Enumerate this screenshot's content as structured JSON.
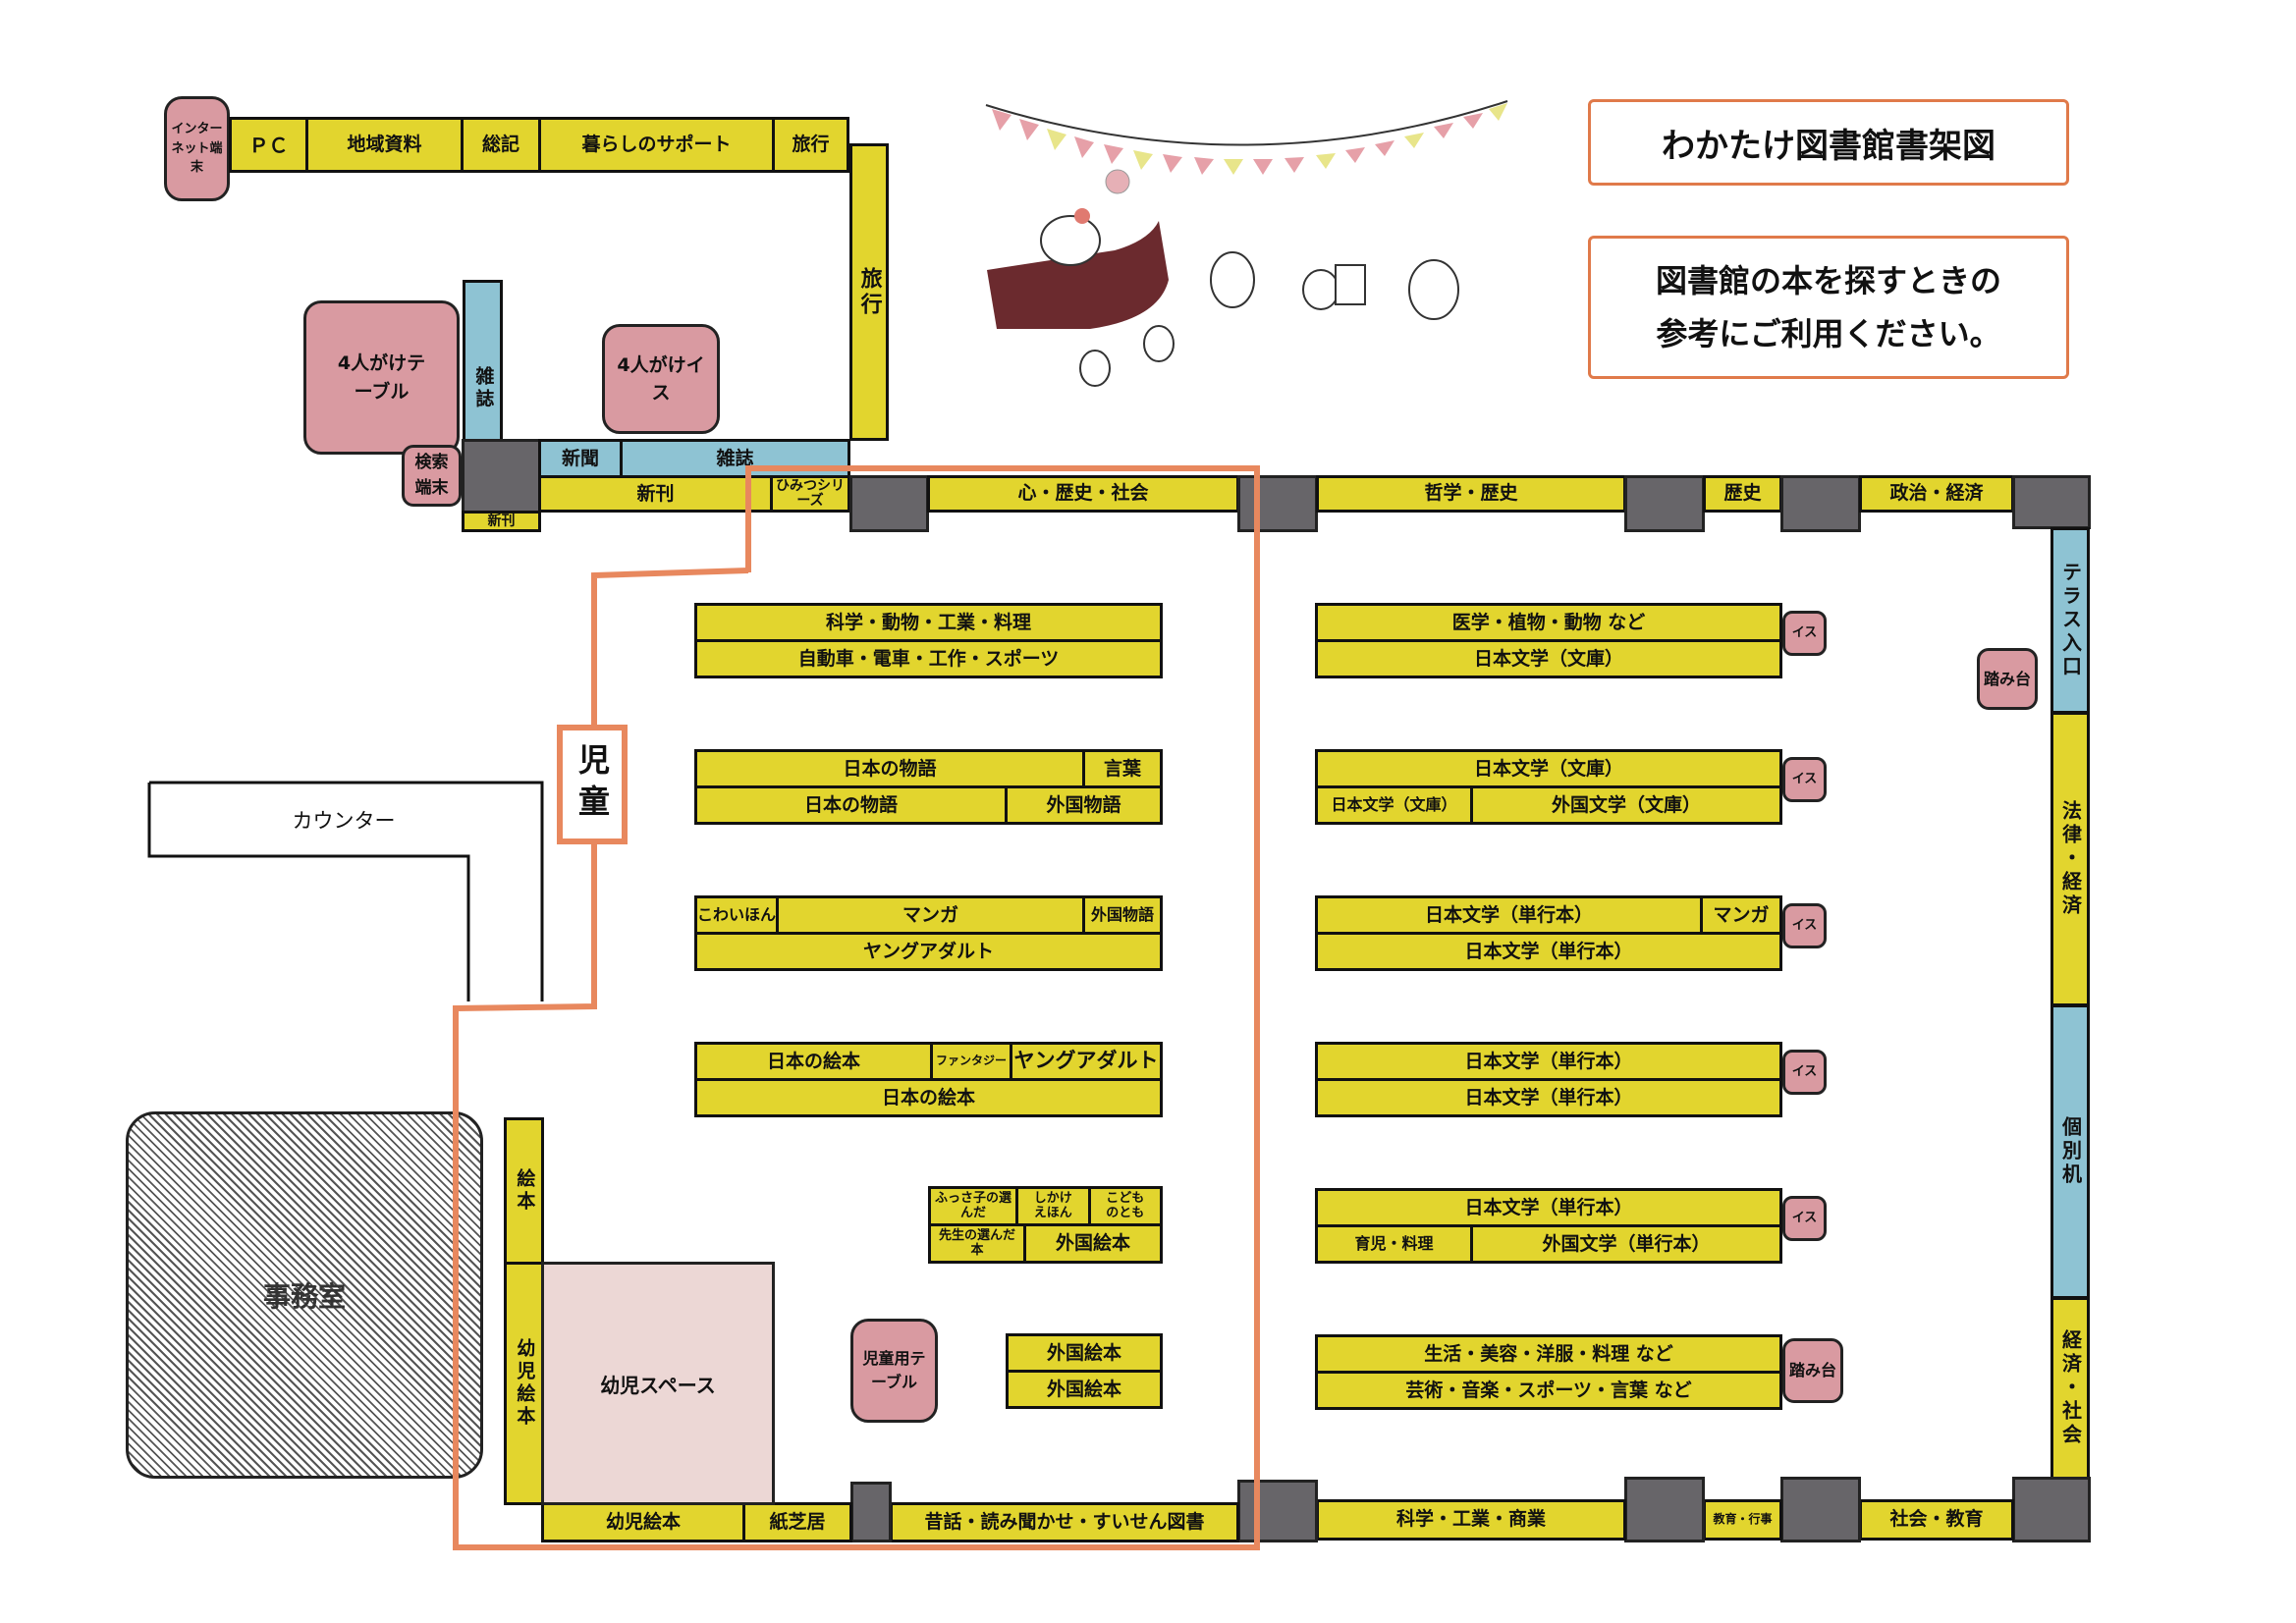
{
  "header": {
    "title": "わかたけ図書館書架図",
    "subtitle_line1": "図書館の本を探すときの",
    "subtitle_line2": "参考にご利用ください。"
  },
  "colors": {
    "shelf": "#e2d52e",
    "magazine": "#8ec3d3",
    "pillar": "#676569",
    "furniture": "#d99aa1",
    "childrens_border": "#e8885e",
    "toddler_space": "#ecd7d5"
  },
  "top_area": {
    "internet_terminal": "インターネット端末",
    "top_shelf": [
      "ＰＣ",
      "地域資料",
      "総記",
      "暮らしのサポート",
      "旅行"
    ],
    "travel_side": "旅行",
    "table": "4人がけテーブル",
    "magazine_stand": "雑誌",
    "chairs": "4人がけイス",
    "search_terminal": "検索端末",
    "newspaper": "新聞",
    "magazine": "雑誌",
    "new_small": "新刊",
    "new_arrivals": "新刊",
    "himitsu": "ひみつシリーズ"
  },
  "top_wall": {
    "kokoro": "心・歴史・社会",
    "tetsugaku": "哲学・歴史",
    "rekishi": "歴史",
    "seiji": "政治・経済"
  },
  "right_wall": {
    "terrace": "テラス入口",
    "law": "法律・経済",
    "desks": "個別机",
    "econ": "経済・社会",
    "step": "踏み台"
  },
  "bottom_wall": {
    "youji": "幼児絵本",
    "kamishibai": "紙芝居",
    "mukashi": "昔話・読み聞かせ・すいせん図書",
    "kagaku": "科学・工業・商業",
    "kyoiku_gyoji": "教育・行事",
    "shakai": "社会・教育"
  },
  "left_area": {
    "counter": "カウンター",
    "childrens_label": "児童",
    "office": "事務室",
    "picture_books": "絵本",
    "toddler_books": "幼児絵本",
    "toddler_space": "幼児スペース",
    "kids_table": "児童用テーブル"
  },
  "children_shelves": [
    {
      "top": [
        "科学・動物・工業・料理"
      ],
      "bottom": [
        "自動車・電車・工作・スポーツ"
      ]
    },
    {
      "top": [
        "日本の物語",
        "言葉"
      ],
      "bottom": [
        "日本の物語",
        "外国物語"
      ]
    },
    {
      "top": [
        "こわいほん",
        "マンガ",
        "外国物語"
      ],
      "bottom": [
        "ヤングアダルト"
      ]
    },
    {
      "top": [
        "日本の絵本",
        "ファンタジー",
        "ヤングアダルト"
      ],
      "bottom": [
        "日本の絵本"
      ]
    }
  ],
  "small_shelf": {
    "fussa": "ふっさ子の選んだ",
    "shikake": "しかけえほん",
    "kodomo": "こどものとも",
    "sensei": "先生の選んだ本",
    "gaikoku": "外国絵本"
  },
  "foreign_picture": [
    "外国絵本",
    "外国絵本"
  ],
  "adult_shelves": [
    {
      "top": [
        "医学・植物・動物 など"
      ],
      "bottom": [
        "日本文学（文庫）"
      ],
      "side": "イス"
    },
    {
      "top": [
        "日本文学（文庫）"
      ],
      "bottom": [
        "日本文学（文庫）",
        "外国文学（文庫）"
      ],
      "side": "イス"
    },
    {
      "top": [
        "日本文学（単行本）",
        "マンガ"
      ],
      "bottom": [
        "日本文学（単行本）"
      ],
      "side": "イス"
    },
    {
      "top": [
        "日本文学（単行本）"
      ],
      "bottom": [
        "日本文学（単行本）"
      ],
      "side": "イス"
    },
    {
      "top": [
        "日本文学（単行本）"
      ],
      "bottom": [
        "育児・料理",
        "外国文学（単行本）"
      ],
      "side": "イス"
    },
    {
      "top": [
        "生活・美容・洋服・料理 など"
      ],
      "bottom": [
        "芸術・音楽・スポーツ・言葉 など"
      ],
      "side": "踏み台"
    }
  ]
}
